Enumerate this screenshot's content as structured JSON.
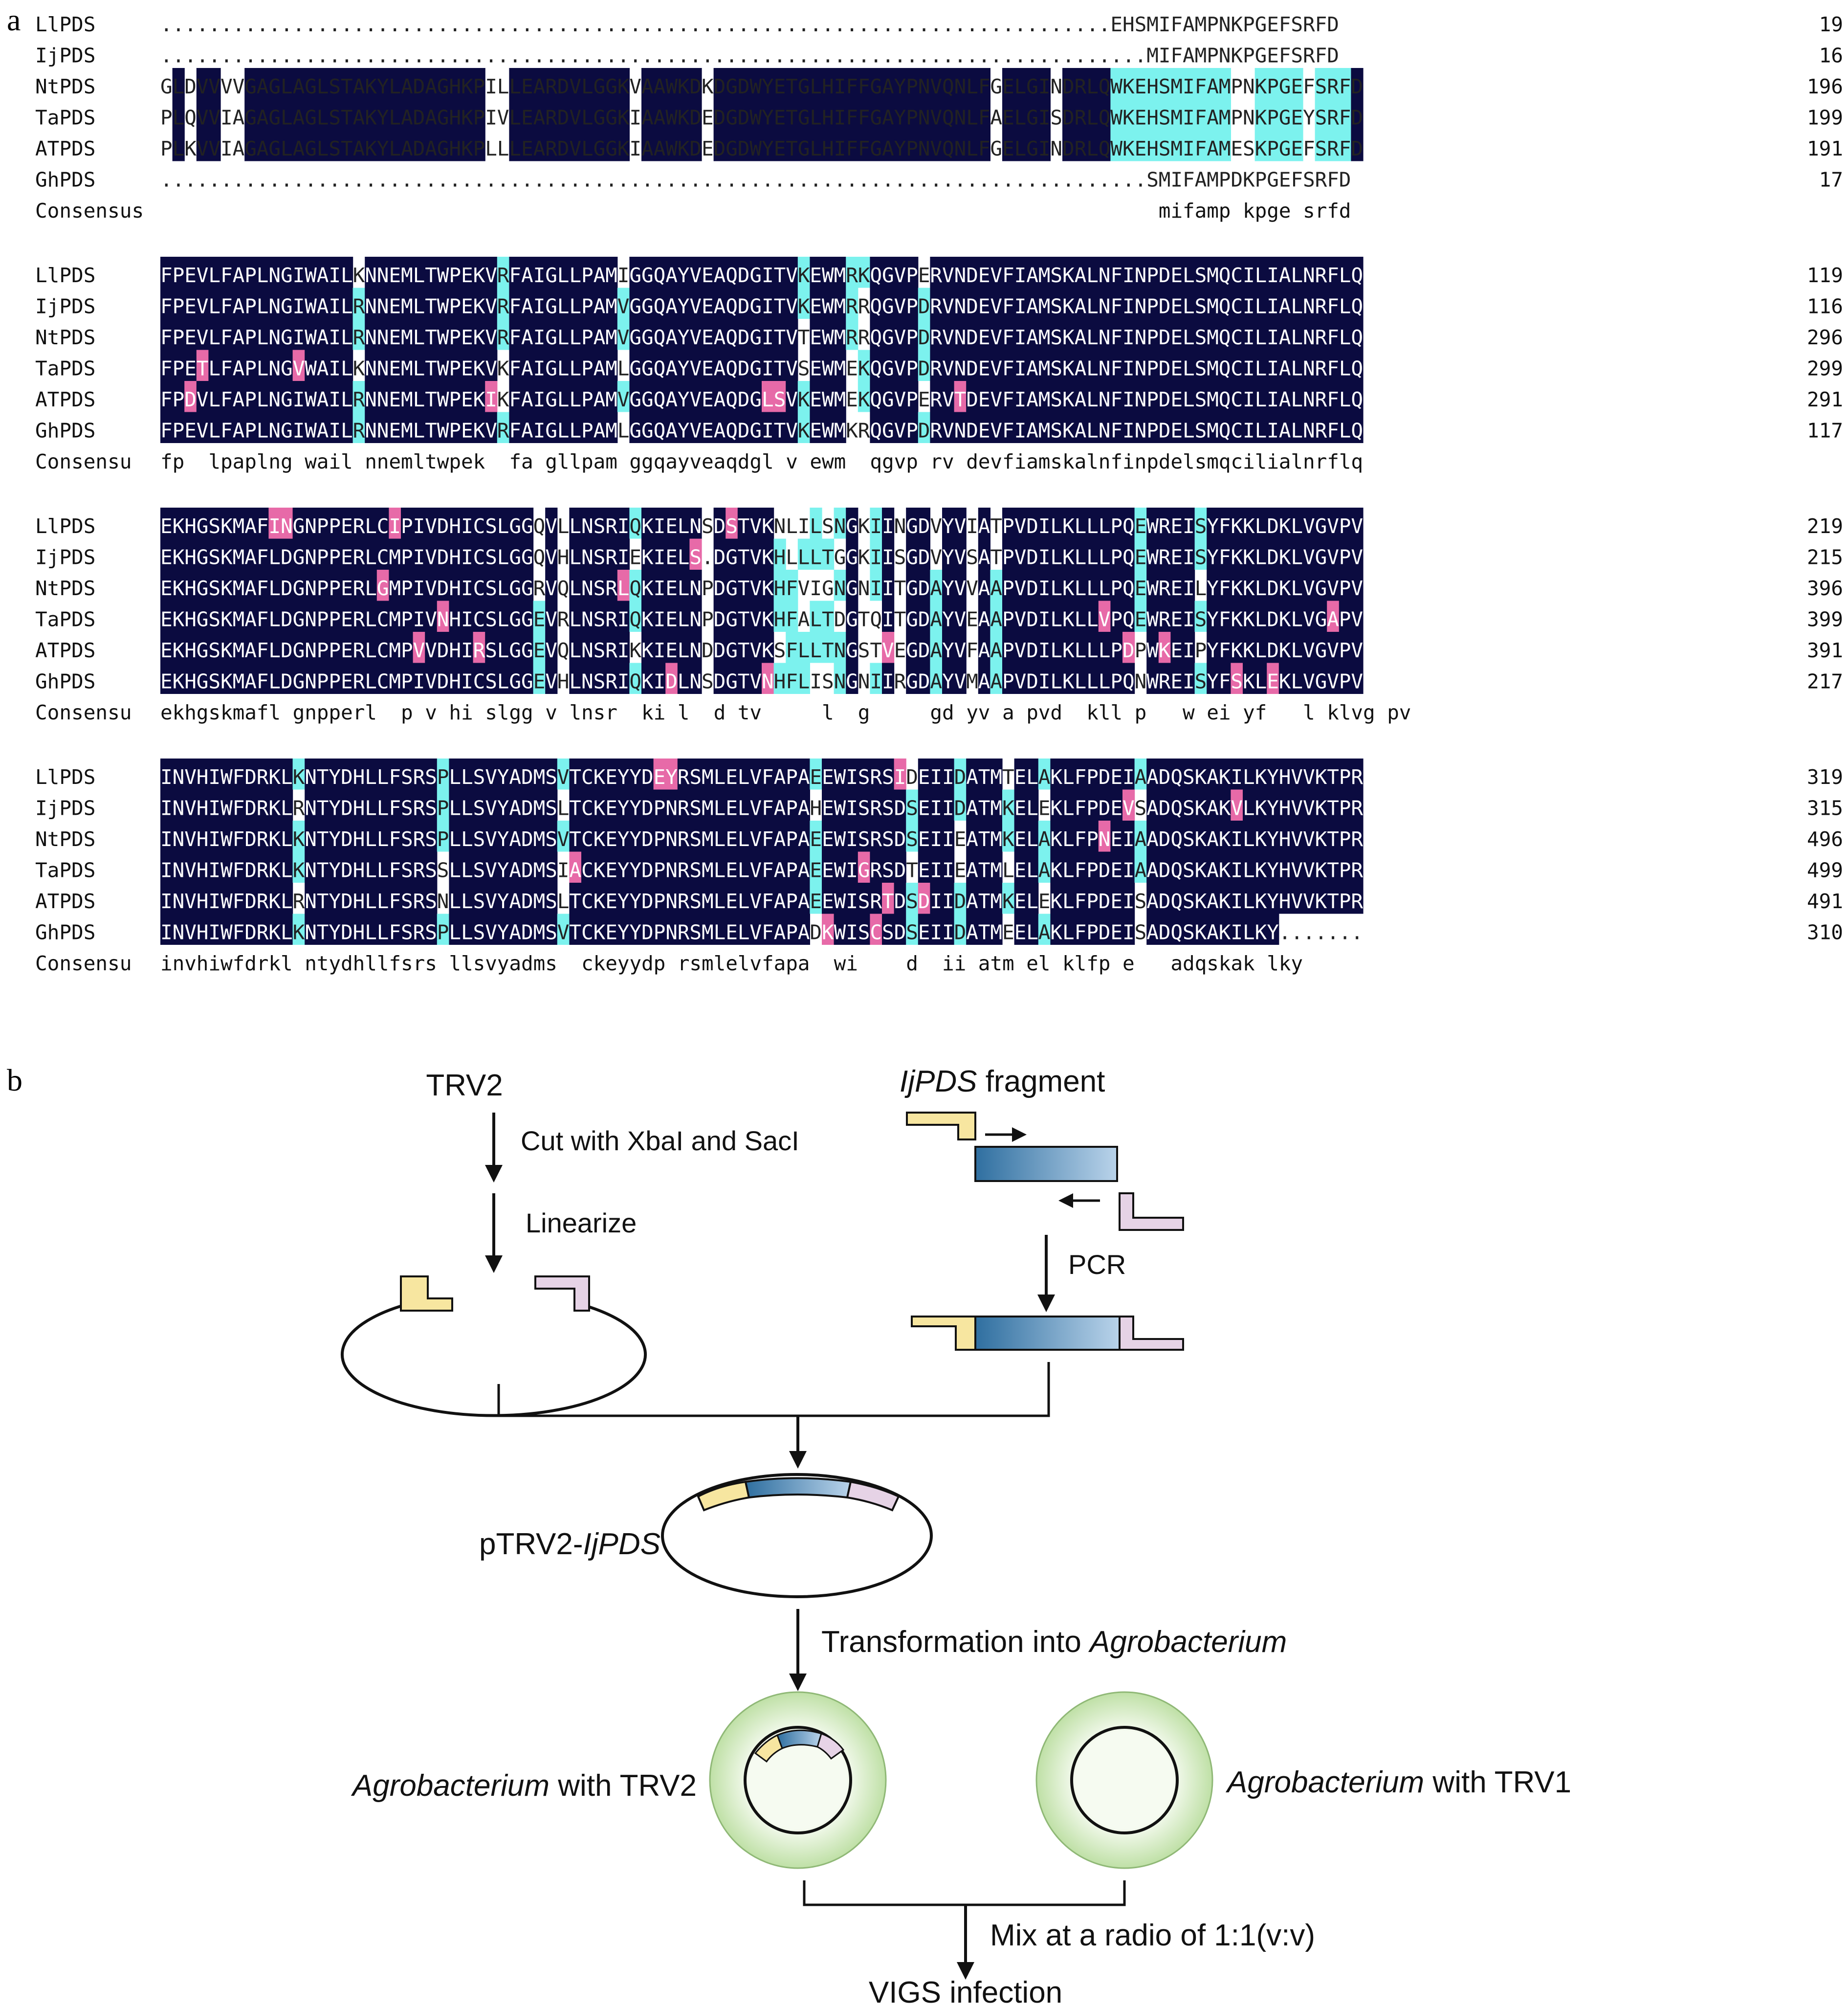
{
  "panel_a": {
    "letter": "a",
    "colors": {
      "identical": "#0b0b40",
      "similar": "#e76aa8",
      "conserved": "#7cf2ee",
      "none": "#ffffff"
    },
    "blocks": [
      {
        "rows": [
          {
            "name": "LlPDS",
            "seq": "...............................................................................EHSMIFAMPNKPGEFSRFD",
            "end": "19"
          },
          {
            "name": "IjPDS",
            "seq": "..................................................................................MIFAMPNKPGEFSRFD",
            "end": "16"
          },
          {
            "name": "NtPDS",
            "seq": "GLDVVVVGAGLAGLSTAKYLADAGHKPILLEARDVLGGKVAAWKDKDGDWYETGLHIFFGAYPNVQNLFGELGINDRLQWKEHSMIFAMPNKPGEFSRFD",
            "end": "196"
          },
          {
            "name": "TaPDS",
            "seq": "PLQVVIAGAGLAGLSTAKYLADAGHKPIVLEARDVLGGKIAAWKDEDGDWYETGLHIFFGAYPNVQNLFAELGISDRLQWKEHSMIFAMPNKPGEYSRFD",
            "end": "199"
          },
          {
            "name": "ATPDS",
            "seq": "PLKVVIAGAGLAGLSTAKYLADAGHKPLLLEARDVLGGKIAAWKDEDGDWYETGLHIFFGAYPNVQNLFGELGINDRLQWKEHSMIFAMESKPGEFSRFD",
            "end": "191"
          },
          {
            "name": "GhPDS",
            "seq": "..................................................................................SMIFAMPDKPGEFSRFD",
            "end": "17"
          }
        ],
        "consensus_label": "Consensus",
        "consensus": "                                                                                   mifamp kpge srfd"
      },
      {
        "rows": [
          {
            "name": "LlPDS",
            "seq": "FPEVLFAPLNGIWAILKNNEMLTWPEKVRFAIGLLPAMIGGQAYVEAQDGITVKEWMRKQGVPERVNDEVFIAMSKALNFINPDELSMQCILIALNRFLQ",
            "end": "119"
          },
          {
            "name": "IjPDS",
            "seq": "FPEVLFAPLNGIWAILRNNEMLTWPEKVRFAIGLLPAMVGGQAYVEAQDGITVKEWMRRQGVPDRVNDEVFIAMSKALNFINPDELSMQCILIALNRFLQ",
            "end": "116"
          },
          {
            "name": "NtPDS",
            "seq": "FPEVLFAPLNGIWAILRNNEMLTWPEKVRFAIGLLPAMVGGQAYVEAQDGITVTEWMRRQGVPDRVNDEVFIAMSKALNFINPDELSMQCILIALNRFLQ",
            "end": "296"
          },
          {
            "name": "TaPDS",
            "seq": "FPETLFAPLNGVWAILKNNEMLTWPEKVKFAIGLLPAMLGGQAYVEAQDGITVSEWMEKQGVPDRVNDEVFIAMSKALNFINPDELSMQCILIALNRFLQ",
            "end": "299"
          },
          {
            "name": "ATPDS",
            "seq": "FPDVLFAPLNGIWAILRNNEMLTWPEKIKFAIGLLPAMVGGQAYVEAQDGLSVKEWMEKQGVPERVTDEVFIAMSKALNFINPDELSMQCILIALNRFLQ",
            "end": "291"
          },
          {
            "name": "GhPDS",
            "seq": "FPEVLFAPLNGIWAILRNNEMLTWPEKVRFAIGLLPAMLGGQAYVEAQDGITVKEWMKRQGVPDRVNDEVFIAMSKALNFINPDELSMQCILIALNRFLQ",
            "end": "117"
          }
        ],
        "consensus_label": "Consensu",
        "consensus": "fp  lpaplng wail nnemltwpek  fa gllpam ggqayveaqdgl v ewm  qgvp rv devfiamskalnfinpdelsmqcilialnrflq"
      },
      {
        "rows": [
          {
            "name": "LlPDS",
            "seq": "EKHGSKMAFINGNPPERLCIPIVDHICSLGGQVLLNSRIQKIELNSDSTVKNLILSNGKIINGDVYVIATPVDILKLLLPQEWREISYFKKLDKLVGVPV",
            "end": "219"
          },
          {
            "name": "IjPDS",
            "seq": "EKHGSKMAFLDGNPPERLCMPIVDHICSLGGQVHLNSRIEKIELS.DGTVKHLLLTGGKIISGDVYVSATPVDILKLLLPQEWREISYFKKLDKLVGVPV",
            "end": "215"
          },
          {
            "name": "NtPDS",
            "seq": "EKHGSKMAFLDGNPPERLGMPIVDHICSLGGRVQLNSRLQKIELNPDGTVKHFVIGNGNIITGDAYVVAAPVDILKLLLPQEWREILYFKKLDKLVGVPV",
            "end": "396"
          },
          {
            "name": "TaPDS",
            "seq": "EKHGSKMAFLDGNPPERLCMPIVNHICSLGGEVRLNSRIQKIELNPDGTVKHFALTDGTQITGDAYVEAAPVDILKLLVPQEWREISYFKKLDKLVGAPV",
            "end": "399"
          },
          {
            "name": "ATPDS",
            "seq": "EKHGSKMAFLDGNPPERLCMPVVDHIRSLGGEVQLNSRIKKIELNDDGTVKSFLLTNGSTVEGDAYVFAAPVDILKLLLPDPWKEIPYFKKLDKLVGVPV",
            "end": "391"
          },
          {
            "name": "GhPDS",
            "seq": "EKHGSKMAFLDGNPPERLCMPIVDHICSLGGEVHLNSRIQKIDLNSDGTVNHFLISNGNIIRGDAYVMAAPVDILKLLLPQNWREISYFSKLEKLVGVPV",
            "end": "217"
          }
        ],
        "consensus_label": "Consensu",
        "consensus": "ekhgskmafl gnpperl  p v hi slgg v lnsr  ki l  d tv     l  g     gd yv a pvd  kll p   w ei yf   l klvg pv"
      },
      {
        "rows": [
          {
            "name": "LlPDS",
            "seq": "INVHIWFDRKLKNTYDHLLFSRSPLLSVYADMSVTCKEYYDEYRSMLELVFAPAEEWISRSIDEIIDATMTELAKLFPDEIAADQSKAKILKYHVVKTPR",
            "end": "319"
          },
          {
            "name": "IjPDS",
            "seq": "INVHIWFDRKLRNTYDHLLFSRSPLLSVYADMSLTCKEYYDPNRSMLELVFAPAHEWISRSDSEIIDATMKELEKLFPDEVSADQSKAKVLKYHVVKTPR",
            "end": "315"
          },
          {
            "name": "NtPDS",
            "seq": "INVHIWFDRKLKNTYDHLLFSRSPLLSVYADMSVTCKEYYDPNRSMLELVFAPAEEWISRSDSEIIEATMKELAKLFPNEIAADQSKAKILKYHVVKTPR",
            "end": "496"
          },
          {
            "name": "TaPDS",
            "seq": "INVHIWFDRKLKNTYDHLLFSRSSLLSVYADMSIACKEYYDPNRSMLELVFAPAEEWIGRSDTEIIEATMLELAKLFPDEIAADQSKAKILKYHVVKTPR",
            "end": "499"
          },
          {
            "name": "ATPDS",
            "seq": "INVHIWFDRKLRNTYDHLLFSRSNLLSVYADMSLTCKEYYDPNRSMLELVFAPAEEWISRTDSDIIDATMKELEKLFPDEISADQSKAKILKYHVVKTPR",
            "end": "491"
          },
          {
            "name": "GhPDS",
            "seq": "INVHIWFDRKLKNTYDHLLFSRSPLLSVYADMSVTCKEYYDPNRSMLELVFAPADKWISCSDSEIIDATMEELAKLFPDEISADQSKAKILKY.......",
            "end": "310"
          }
        ],
        "consensus_label": "Consensu",
        "consensus": "invhiwfdrkl ntydhllfsrs llsvyadms  ckeyydp rsmlelvfapa  wi    d  ii atm el klfp e   adqskak lky"
      }
    ]
  },
  "panel_b": {
    "letter": "b",
    "trv2": "TRV2",
    "cut_label": "Cut with XbaI and SacI",
    "linearize_label": "Linearize",
    "fragment_gene": "IjPDS",
    "fragment_word": " fragment",
    "pcr_label": "PCR",
    "plasmid_prefix": "pTRV2-",
    "plasmid_gene": "IjPDS",
    "transform_prefix": "Transformation into ",
    "transform_organism": "Agrobacterium",
    "agro_left_italic": "Agrobacterium",
    "agro_left_rest": " with TRV2",
    "agro_right_italic": "Agrobacterium",
    "agro_right_rest": " with TRV1",
    "mix_label": "Mix at a radio of 1:1(v:v)",
    "vigs_label": "VIGS infection",
    "colors": {
      "yellow": "#f7e6a0",
      "purple": "#e6d3e6",
      "blue_dark": "#2f6fa0",
      "blue_light": "#b9d3ea",
      "cell_outer": "#cfe8b8",
      "cell_inner": "#f3faee"
    }
  }
}
